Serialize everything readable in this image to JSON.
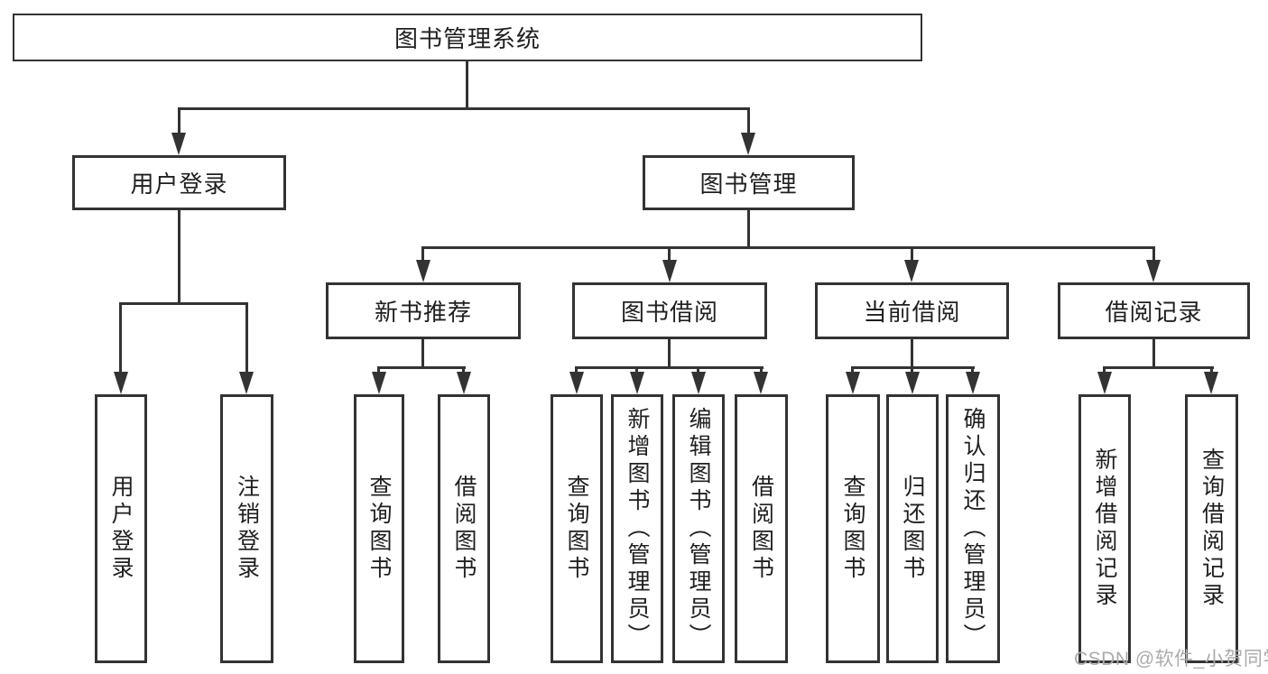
{
  "diagram": {
    "root": {
      "label": "图书管理系统"
    },
    "level2": [
      {
        "label": "用户登录"
      },
      {
        "label": "图书管理"
      }
    ],
    "level3": [
      {
        "label": "新书推荐"
      },
      {
        "label": "图书借阅"
      },
      {
        "label": "当前借阅"
      },
      {
        "label": "借阅记录"
      }
    ],
    "leaves": {
      "user": [
        "用户登录",
        "注销登录"
      ],
      "newbook": [
        "查询图书",
        "借阅图书"
      ],
      "borrow": [
        "查询图书",
        "新增图书（管理员）",
        "编辑图书（管理员）",
        "借阅图书"
      ],
      "current": [
        "查询图书",
        "归还图书",
        "确认归还（管理员）"
      ],
      "records": [
        "新增借阅记录",
        "查询借阅记录"
      ]
    }
  },
  "watermark": "CSDN @软件_小贺同学",
  "colors": {
    "line": "#333333",
    "text": "#1f1f1f",
    "watermark": "#ababab",
    "background": "#ffffff"
  }
}
